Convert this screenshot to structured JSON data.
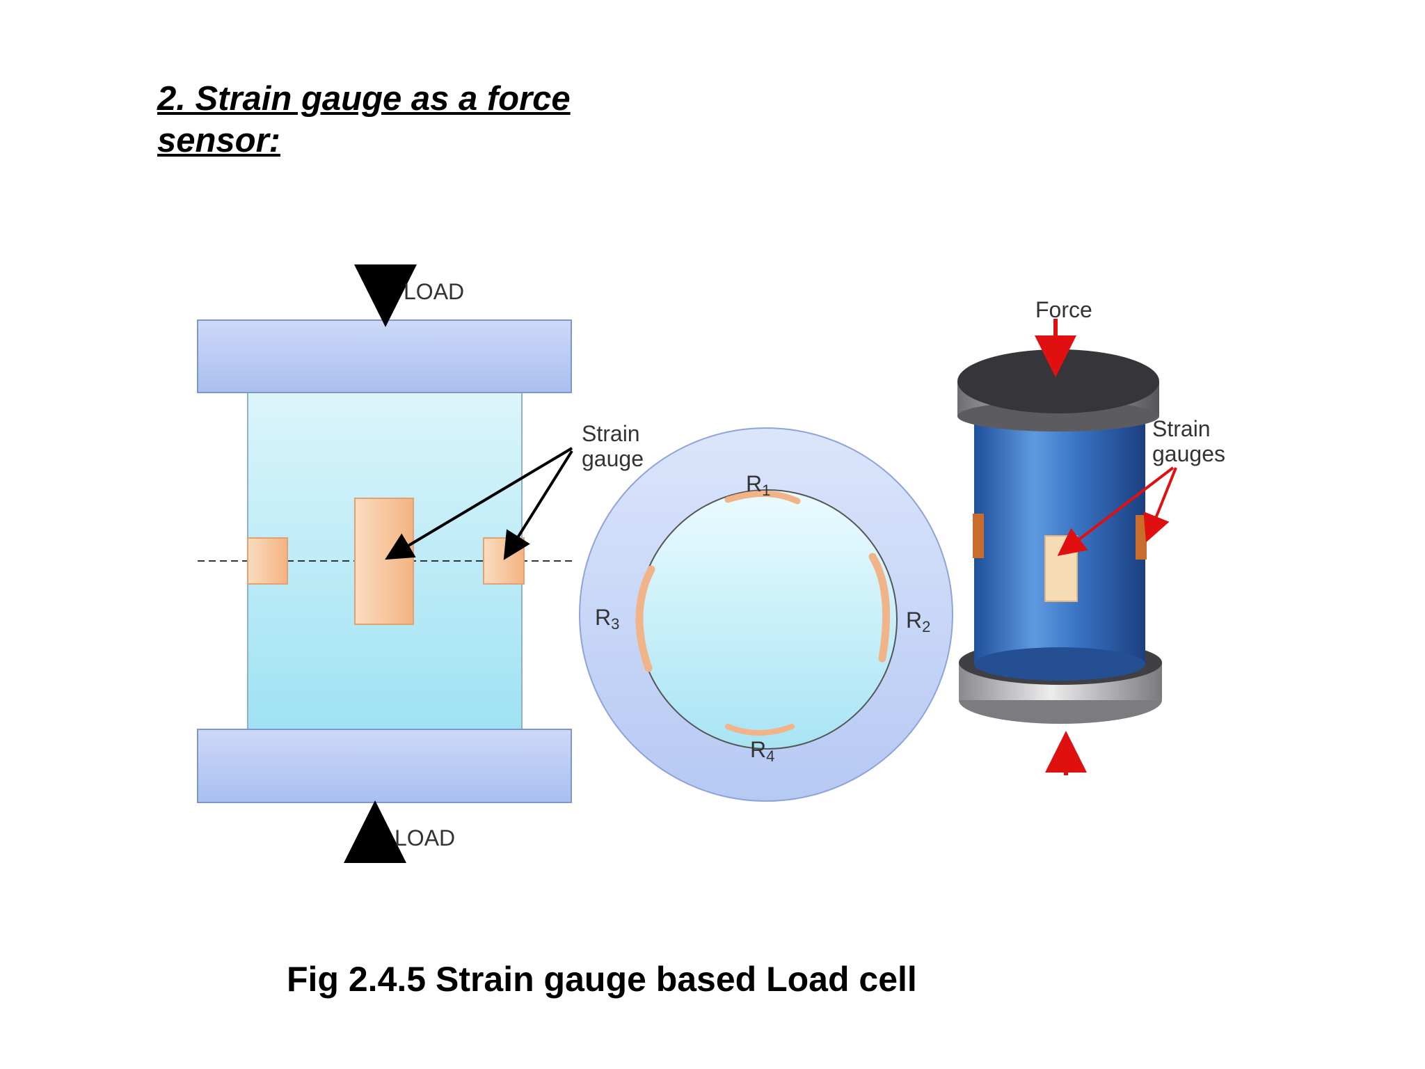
{
  "slide": {
    "title": "2. Strain gauge as a force sensor:",
    "caption": "Fig 2.4.5 Strain gauge based Load cell"
  },
  "figure": {
    "load_cell_front": {
      "load_top": "LOAD",
      "load_bottom": "LOAD",
      "strain_gauge_label_line1": "Strain",
      "strain_gauge_label_line2": "gauge"
    },
    "ring_section": {
      "r1": "R",
      "r1_sub": "1",
      "r2": "R",
      "r2_sub": "2",
      "r3": "R",
      "r3_sub": "3",
      "r4": "R",
      "r4_sub": "4"
    },
    "cylinder": {
      "force_label": "Force",
      "strain_gauges_line1": "Strain",
      "strain_gauges_line2": "gauges"
    }
  },
  "colors": {
    "plate_blue": "#b6c8f2",
    "column_cyan": "#b4eaf6",
    "gauge_orange": "#f8c89c",
    "ring_blue": "#c2d2f6",
    "cylinder_blue": "#3a74c4",
    "cap_dark": "#3a3a3e",
    "force_red": "#e01010"
  }
}
